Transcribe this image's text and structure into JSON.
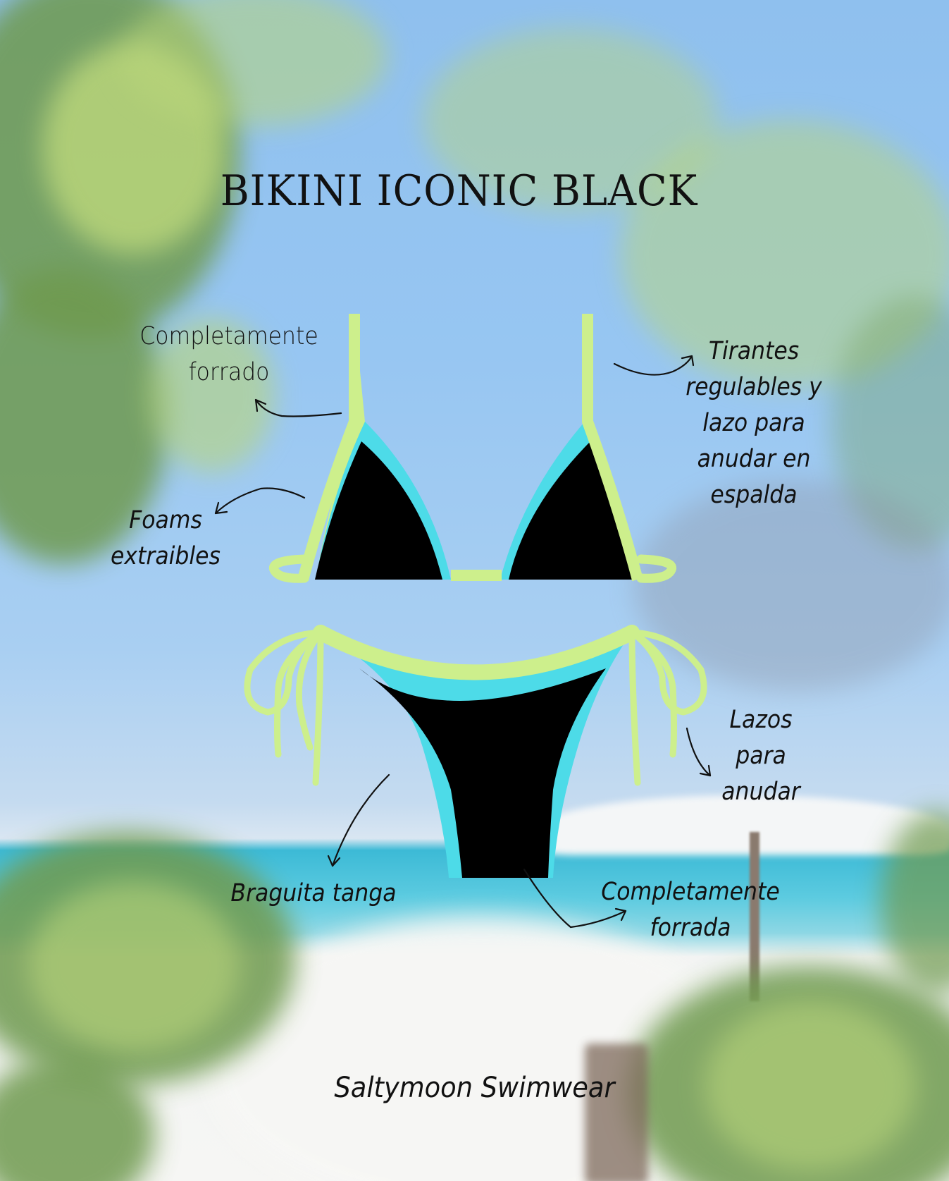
{
  "poster": {
    "title": "BIKINI ICONIC BLACK",
    "brand": "Saltymoon Swimwear",
    "colors": {
      "fabric": "#000000",
      "inner_trim": "#4ddbe8",
      "outer_trim": "#cdef8c",
      "sky": "#95c4f0",
      "sea": "#3fbcd8",
      "sand": "#f6f6f4",
      "text": "#111111"
    }
  },
  "top_annotations": {
    "lined": {
      "line1": "Completamente",
      "line2": "forrado"
    },
    "foams": {
      "line1": "Foams",
      "line2": "extraibles"
    },
    "straps": {
      "line1": "Tirantes",
      "line2": "regulables y",
      "line3": "lazo para",
      "line4": "anudar en",
      "line5": "espalda"
    }
  },
  "bottom_annotations": {
    "ties": {
      "line1": "Lazos",
      "line2": "para",
      "line3": "anudar"
    },
    "thong": {
      "line1": "Braguita tanga"
    },
    "lined": {
      "line1": "Completamente",
      "line2": "forrada"
    }
  },
  "icons": {
    "arrow": "curved-arrow-icon"
  }
}
